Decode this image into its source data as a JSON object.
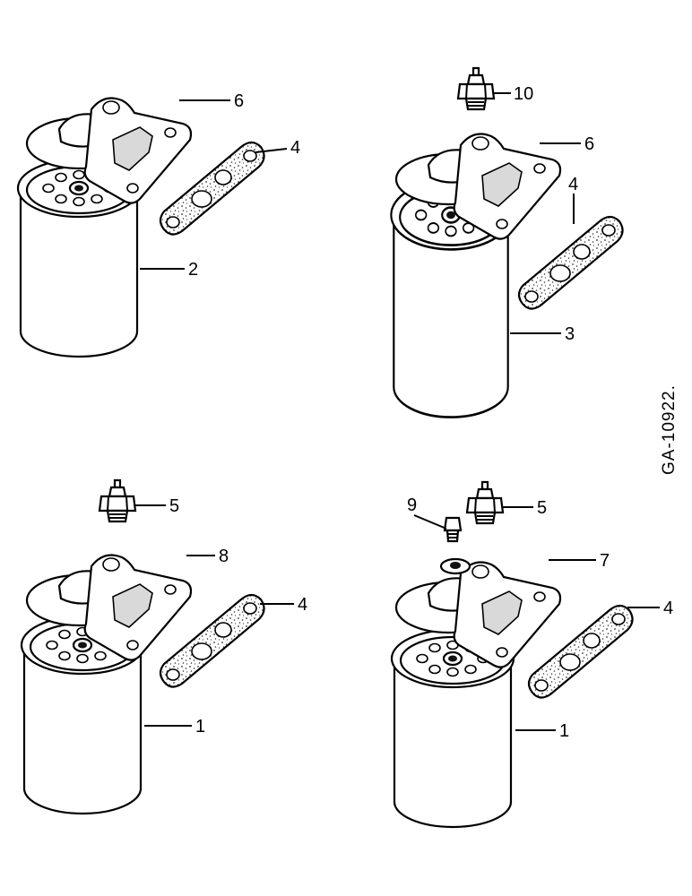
{
  "drawing": {
    "reference": "GA-10922."
  },
  "callouts": {
    "a6": "6",
    "a4": "4",
    "a2": "2",
    "b10": "10",
    "b6": "6",
    "b4": "4",
    "b3": "3",
    "c5": "5",
    "c8": "8",
    "c4": "4",
    "c1": "1",
    "d9": "9",
    "d5": "5",
    "d7": "7",
    "d4": "4",
    "d1": "1"
  }
}
